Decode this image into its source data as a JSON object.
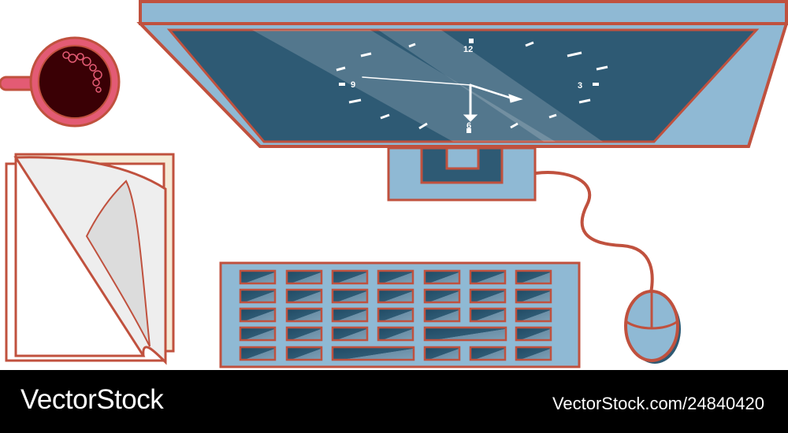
{
  "clock": {
    "numerals": [
      "12",
      "3",
      "6",
      "9"
    ]
  },
  "watermark": {
    "brand": "VectorStock",
    "stock_id": "VectorStock.com/24840420"
  },
  "colors": {
    "outline": "#c0513e",
    "frame": "#8fb9d4",
    "screen": "#2e5a74",
    "cup_rim": "#e35b74",
    "coffee": "#3a0005",
    "paper": "#ffffff",
    "footer": "#000000"
  },
  "icons": [
    "monitor-icon",
    "keyboard-icon",
    "mouse-icon",
    "coffee-cup-icon",
    "paper-stack-icon"
  ]
}
